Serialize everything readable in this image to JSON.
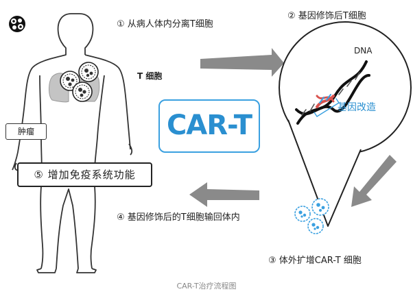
{
  "labels": {
    "step1": "① 从病人体内分离T细胞",
    "step2": "② 基因修饰后T细胞",
    "t_cell": "T 细胞",
    "dna": "DNA",
    "gene_edit": "基因改造",
    "car_t": "CAR-T",
    "tumor": "肿瘤",
    "step5": "⑤ 增加免疫系统功能",
    "step4": "④ 基因修饰后的T细胞输回体内",
    "step3": "③ 体外扩增CAR-T 细胞",
    "caption": "CAR-T治疗流程图"
  },
  "colors": {
    "accent_blue": "#2a8fd0",
    "arrow_gray": "#8a8a8a",
    "body_outline": "#333333",
    "lung_gray": "#bdbdbd"
  },
  "icons": {
    "logo": "cell-cluster-logo",
    "t_cells": "t-cell-cluster-icon",
    "dna": "dna-helix-icon",
    "cart_cells": "car-t-cell-cluster-icon"
  }
}
